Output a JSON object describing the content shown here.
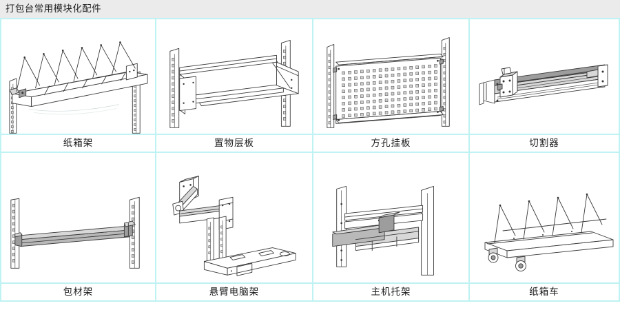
{
  "header": {
    "title": "打包台常用模块化配件"
  },
  "grid": {
    "columns": 4,
    "rows": 2,
    "border_color": "#bff2f2",
    "header_bg": "#ebebeb"
  },
  "items": [
    {
      "label": "纸箱架",
      "icon": "carton-rack-drawing",
      "row": 1,
      "col": 1
    },
    {
      "label": "置物层板",
      "icon": "storage-shelf-drawing",
      "row": 1,
      "col": 2
    },
    {
      "label": "方孔挂板",
      "icon": "square-hole-pegboard-drawing",
      "row": 1,
      "col": 3
    },
    {
      "label": "切割器",
      "icon": "cutter-rail-drawing",
      "row": 1,
      "col": 4
    },
    {
      "label": "包材架",
      "icon": "packing-material-rack-drawing",
      "row": 2,
      "col": 1
    },
    {
      "label": "悬臂电脑架",
      "icon": "cantilever-computer-arm-drawing",
      "row": 2,
      "col": 2
    },
    {
      "label": "主机托架",
      "icon": "cpu-holder-drawing",
      "row": 2,
      "col": 3
    },
    {
      "label": "纸箱车",
      "icon": "carton-cart-drawing",
      "row": 2,
      "col": 4
    }
  ]
}
